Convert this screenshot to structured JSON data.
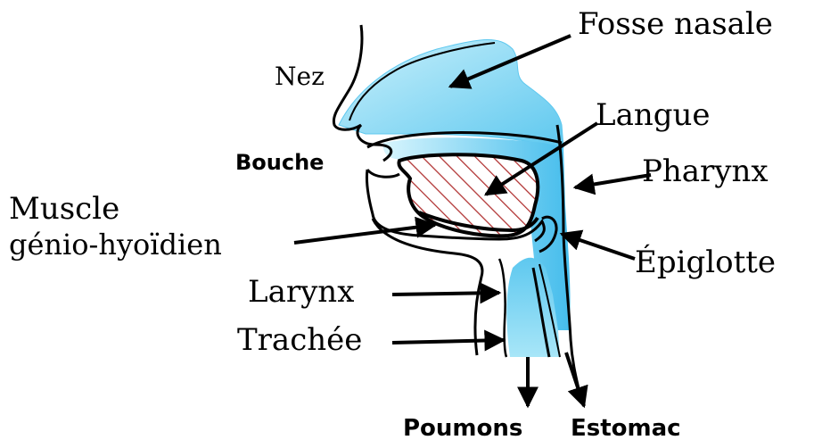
{
  "labels": {
    "nasal_cavity": "Fosse nasale",
    "nose": "Nez",
    "tongue": "Langue",
    "mouth": "Bouche",
    "pharynx": "Pharynx",
    "muscle_line1": "Muscle",
    "muscle_line2": "génio-hyoïdien",
    "epiglottis": "Épiglotte",
    "larynx": "Larynx",
    "trachea": "Trachée",
    "lungs": "Poumons",
    "stomach": "Estomac"
  },
  "colors": {
    "airway_cyan": "#5ec8ef",
    "airway_light": "#c9f0fb",
    "tongue_hatch": "#b03030",
    "outline": "#000000"
  }
}
